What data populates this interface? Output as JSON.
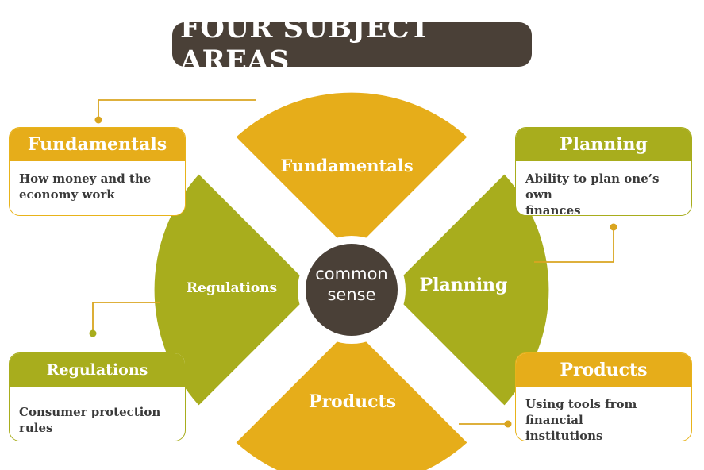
{
  "title": "FOUR SUBJECT AREAS",
  "center_label_line1": "common",
  "center_label_line2": "sense",
  "segments": {
    "top": "Fundamentals",
    "right": "Planning",
    "bottom": "Products",
    "left": "Regulations"
  },
  "cards": {
    "fundamentals": {
      "title": "Fundamentals",
      "line1": "How money and the",
      "line2": "economy work"
    },
    "planning": {
      "title": "Planning",
      "line1": "Ability to plan one’s own",
      "line2": "finances"
    },
    "regulations": {
      "title": "Regulations",
      "line1": "Consumer protection rules",
      "line2": ""
    },
    "products": {
      "title": "Products",
      "line1": "Using tools from financial",
      "line2": "institutions"
    }
  },
  "colors": {
    "gold": "#e6ad1a",
    "olive": "#a8ad1d",
    "dark": "#4a4037"
  }
}
